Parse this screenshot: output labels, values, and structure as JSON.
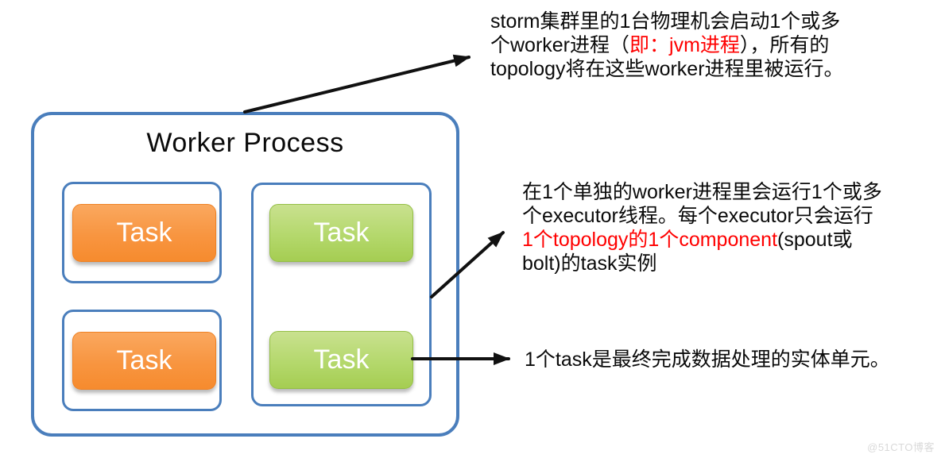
{
  "worker_process": {
    "title": "Worker Process",
    "executors": [
      {
        "position": "left-top",
        "tasks": [
          "Task"
        ]
      },
      {
        "position": "left-bottom",
        "tasks": [
          "Task"
        ]
      },
      {
        "position": "right",
        "tasks": [
          "Task",
          "Task"
        ]
      }
    ]
  },
  "annotations": [
    {
      "topic": "worker-process-note",
      "lines": [
        {
          "segments": [
            {
              "text": "storm集群里的1台物理机会启动1个或多",
              "color": "black"
            }
          ]
        },
        {
          "segments": [
            {
              "text": "个worker进程（",
              "color": "black"
            },
            {
              "text": "即：jvm进程",
              "color": "red"
            },
            {
              "text": "），所有的",
              "color": "black"
            }
          ]
        },
        {
          "segments": [
            {
              "text": "topology将在这些worker进程里被运行。",
              "color": "black"
            }
          ]
        }
      ]
    },
    {
      "topic": "executor-note",
      "lines": [
        {
          "segments": [
            {
              "text": "在1个单独的worker进程里会运行1个或多",
              "color": "black"
            }
          ]
        },
        {
          "segments": [
            {
              "text": "个executor线程。每个executor只会运行",
              "color": "black"
            }
          ]
        },
        {
          "segments": [
            {
              "text": "1个topology的1个component",
              "color": "red"
            },
            {
              "text": "(spout或",
              "color": "black"
            }
          ]
        },
        {
          "segments": [
            {
              "text": "bolt)的task实例",
              "color": "black"
            }
          ]
        }
      ]
    },
    {
      "topic": "task-note",
      "lines": [
        {
          "segments": [
            {
              "text": "1个task是最终完成数据处理的实体单元。",
              "color": "black"
            }
          ]
        }
      ]
    }
  ],
  "watermark": "@51CTO博客",
  "colors": {
    "box_border_blue": "#4a7ebc",
    "task_orange_top": "#faa85f",
    "task_orange_bottom": "#f68b2e",
    "task_green_top": "#c9e18f",
    "task_green_bottom": "#a5cd52",
    "highlight_red": "#ff0000",
    "text_black": "#0a0a0a",
    "watermark_gray": "#d9d9d9"
  }
}
